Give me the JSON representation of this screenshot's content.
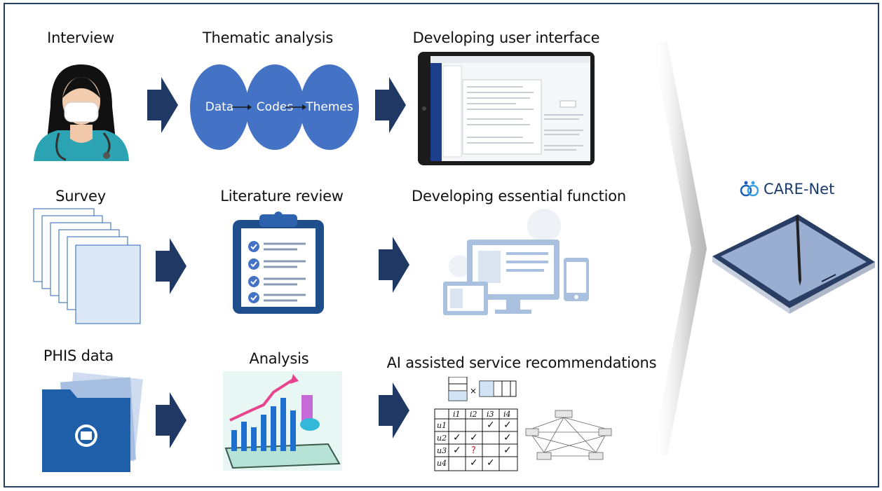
{
  "rows": [
    {
      "steps": [
        {
          "label": "Interview",
          "icon": "nurse-icon"
        },
        {
          "label": "Thematic  analysis",
          "icon": "thematic-flow"
        },
        {
          "label": "Developing user interface",
          "icon": "tablet-ui-icon"
        }
      ]
    },
    {
      "steps": [
        {
          "label": "Survey",
          "icon": "survey-pages-icon"
        },
        {
          "label": "Literature review",
          "icon": "clipboard-checklist-icon"
        },
        {
          "label": "Developing essential function",
          "icon": "devices-gear-icon"
        }
      ]
    },
    {
      "steps": [
        {
          "label": "PHIS data",
          "icon": "folder-icon"
        },
        {
          "label": "Analysis",
          "icon": "bar-chart-icon"
        },
        {
          "label": "AI assisted service recommendations",
          "icon": "matrix-network-icon"
        }
      ]
    }
  ],
  "thematic": {
    "data": "Data",
    "codes": "Codes",
    "themes": "Themes"
  },
  "matrix": {
    "cols": [
      "i1",
      "i2",
      "i3",
      "i4"
    ],
    "rows": [
      "u1",
      "u2",
      "u3",
      "u4"
    ]
  },
  "output": {
    "brand": "CARE-Net",
    "icon": "tablet-pen-icon"
  },
  "colors": {
    "arrow": "#1f3864",
    "oval": "#4472c4",
    "frame": "#243f60",
    "light_blue": "#8db3e2"
  }
}
